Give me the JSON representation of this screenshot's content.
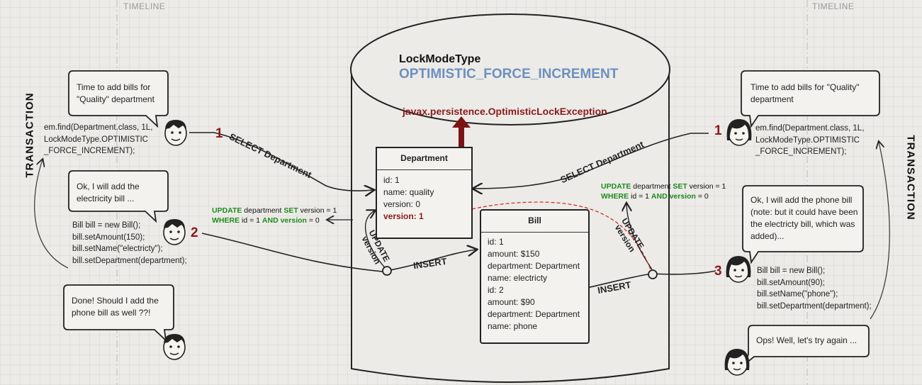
{
  "timeline": {
    "left_label": "TIMELINE",
    "right_label": "TIMELINE"
  },
  "transaction": {
    "left_label": "TRANSACTION",
    "right_label": "TRANSACTION"
  },
  "lock_mode": {
    "type_label": "LockModeType",
    "value": "OPTIMISTIC_FORCE_INCREMENT",
    "exception": "javax.persistence.OptimisticLockException"
  },
  "left": {
    "bubbles": [
      "Time to add bills for \"Quality\" department",
      "Ok, I will add the electricity bill ...",
      "Done! Should I add the phone bill as well ??!"
    ],
    "code_find": [
      "em.find(Department.class, 1L,",
      "LockModeType.OPTIMISTIC",
      "_FORCE_INCREMENT);"
    ],
    "code_bill": [
      "Bill bill = new Bill();",
      "bill.setAmount(150);",
      "bill.setName(\"electricty\");",
      "bill.setDepartment(department);"
    ],
    "step1": "1",
    "step2": "2",
    "select_label": "SELECT Department",
    "insert_label": "INSERT",
    "update_label": "UPDATE version",
    "sql_line1": {
      "kw1": "UPDATE",
      "t1": " department ",
      "kw2": "SET",
      "t2": " version = 1"
    },
    "sql_line2": {
      "kw1": "WHERE",
      "t1": " id = 1 ",
      "kw2": "AND",
      "t2": " ",
      "kw3": "version",
      "t3": " = 0"
    }
  },
  "right": {
    "bubbles": [
      "Time to add bills for \"Quality\" department",
      "Ok, I will add the phone bill (note: but it could have been the electricty bill, which was added)...",
      "Ops! Well, let's try again ..."
    ],
    "code_find": [
      "em.find(Department.class, 1L,",
      "LockModeType.OPTIMISTIC",
      "_FORCE_INCREMENT);"
    ],
    "code_bill": [
      "Bill bill = new Bill();",
      "bill.setAmount(90);",
      "bill.setName(\"phone\");",
      "bill.setDepartment(department);"
    ],
    "step1": "1",
    "step3": "3",
    "select_label": "SELECT Department",
    "insert_label": "INSERT",
    "update_label": "UPDATE version",
    "sql_line1": {
      "kw1": "UPDATE",
      "t1": " department ",
      "kw2": "SET",
      "t2": " version = 1"
    },
    "sql_line2": {
      "kw1": "WHERE",
      "t1": " id = 1 ",
      "kw2": "AND",
      "t2": " ",
      "kw3": "version",
      "t3": " = 0"
    }
  },
  "department": {
    "title": "Department",
    "lines": [
      "id: 1",
      "name: quality",
      "version: 0"
    ],
    "updated_version": "version: 1"
  },
  "bill": {
    "title": "Bill",
    "lines": [
      "id: 1",
      "amount: $150",
      "department: Department",
      "name: electricty",
      "id: 2",
      "amount: $90",
      "department: Department",
      "name: phone"
    ]
  },
  "colors": {
    "accent_red": "#8b1a1a",
    "keyword_green": "#1e8a1e",
    "lock_mode_blue": "#6d8fbf"
  }
}
